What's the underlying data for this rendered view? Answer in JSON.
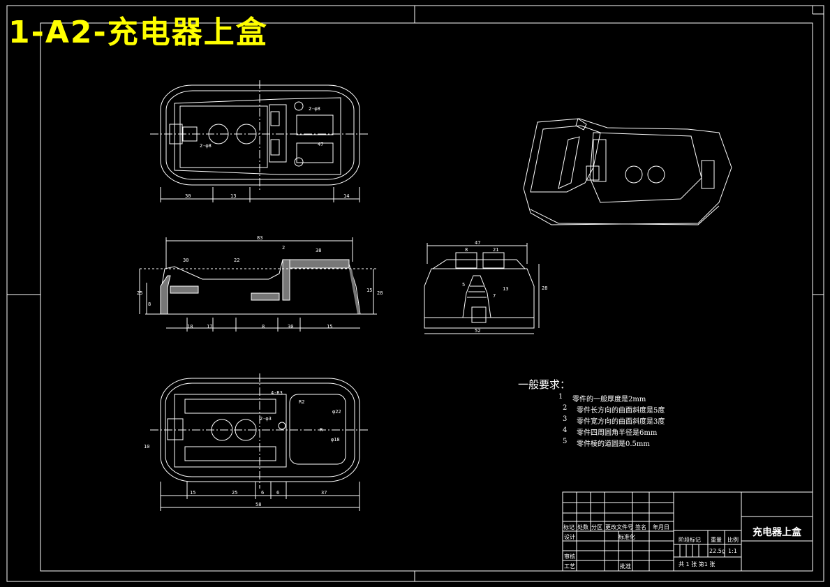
{
  "sheet_title": "1-A2-充电器上盒",
  "requirements": {
    "heading": "一般要求：",
    "items": [
      {
        "num": "1",
        "text": "零件的一般厚度是2mm"
      },
      {
        "num": "2",
        "text": "零件长方向的曲面斜度是5度"
      },
      {
        "num": "3",
        "text": "零件宽方向的曲面斜度是3度"
      },
      {
        "num": "4",
        "text": "零件四周圆角半径是6mm"
      },
      {
        "num": "5",
        "text": "零件棱的道圆是0.5mm"
      }
    ]
  },
  "title_block": {
    "part_name": "充电器上盒",
    "rev_headers": [
      "标记",
      "处数",
      "分区",
      "更改文件号",
      "签名",
      "年月日"
    ],
    "design": "设计",
    "standardize": "标准化",
    "review": "审核",
    "process": "工艺",
    "approve": "批准",
    "stage_mark": "阶段标记",
    "weight_label": "重量",
    "scale_label": "比例",
    "weight": "22.5g",
    "scale": "1:1",
    "sheets": "共 1 张  第1 张"
  },
  "dimensions": {
    "top_view": [
      "30",
      "13",
      "14",
      "47",
      "2-φ8",
      "2-φ8"
    ],
    "front_view": [
      "83",
      "2",
      "38",
      "30",
      "22",
      "25",
      "15",
      "18",
      "17",
      "8",
      "30",
      "15",
      "8",
      "28"
    ],
    "side_view": [
      "47",
      "8",
      "21",
      "5",
      "13",
      "7",
      "52",
      "28"
    ],
    "bottom_view": [
      "4-R3",
      "R2",
      "2-φ3",
      "φ22",
      "φ18",
      "R",
      "15",
      "25",
      "6",
      "6",
      "37",
      "58",
      "10"
    ]
  }
}
